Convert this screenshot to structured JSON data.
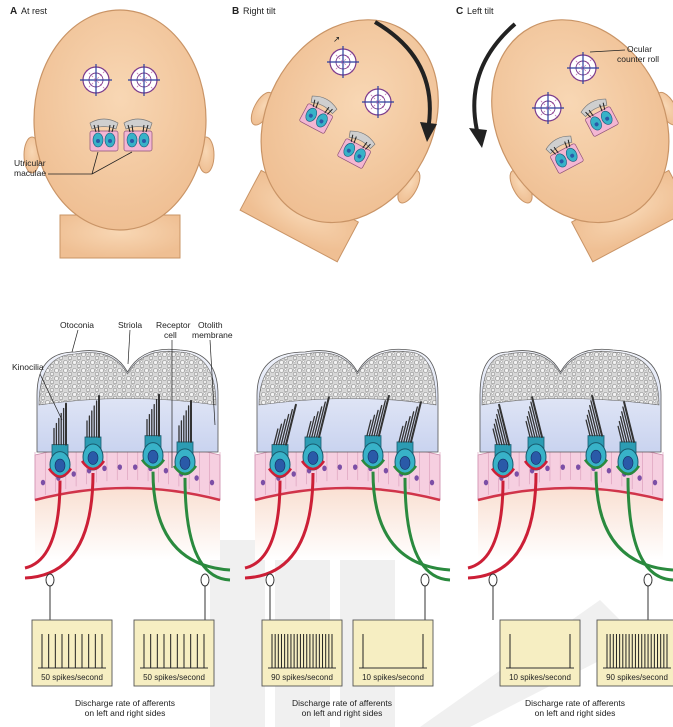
{
  "panels": [
    {
      "letter": "A",
      "title": "At rest"
    },
    {
      "letter": "B",
      "title": "Right tilt"
    },
    {
      "letter": "C",
      "title": "Left tilt"
    }
  ],
  "head_labels": {
    "utricular_maculae": [
      "Utricular",
      "maculae"
    ],
    "ocular_counter_roll": [
      "Ocular",
      "counter roll"
    ]
  },
  "macula_labels": {
    "otoconia": "Otoconia",
    "striola": "Striola",
    "receptor_cell": [
      "Receptor",
      "cell"
    ],
    "otolith_membrane": [
      "Otolith",
      "membrane"
    ],
    "kinocilia": "Kinocilia"
  },
  "discharge": [
    {
      "left": "50 spikes/second",
      "right": "50 spikes/second",
      "left_spikes": 10,
      "right_spikes": 10
    },
    {
      "left": "90 spikes/second",
      "right": "10 spikes/second",
      "left_spikes": 20,
      "right_spikes": 2
    },
    {
      "left": "10 spikes/second",
      "right": "90 spikes/second",
      "left_spikes": 2,
      "right_spikes": 20
    }
  ],
  "discharge_caption": [
    "Discharge rate of afferents",
    "on left and right sides"
  ],
  "colors": {
    "skin": "#f2c79e",
    "skin_outline": "#c99466",
    "otoconia_fill": "#d4d4d4",
    "gel": "#dde4f4",
    "hair_cell": "#38b2c8",
    "nucleus": "#2a5aa8",
    "left_afferent": "#cc1f36",
    "right_afferent": "#2a8a3e",
    "epithelium": "#f6cfe0",
    "recording_box": "#f6eec2",
    "watermark": "#e4e4e4"
  }
}
